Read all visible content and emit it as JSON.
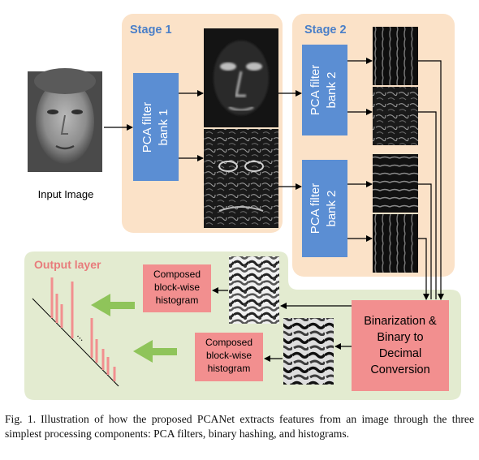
{
  "stage1": {
    "title": "Stage 1"
  },
  "stage2": {
    "title": "Stage 2"
  },
  "input": {
    "label": "Input Image"
  },
  "filter_bank_1": {
    "line1": "PCA filter",
    "line2": "bank 1"
  },
  "filter_bank_2a": {
    "line1": "PCA filter",
    "line2": "bank 2"
  },
  "filter_bank_2b": {
    "line1": "PCA filter",
    "line2": "bank 2"
  },
  "binarization": {
    "line1": "Binarization &",
    "line2": "Binary to",
    "line3": "Decimal",
    "line4": "Conversion"
  },
  "output": {
    "title": "Output layer"
  },
  "histogram_1": {
    "line1": "Composed",
    "line2": "block-wise",
    "line3": "histogram"
  },
  "histogram_2": {
    "line1": "Composed",
    "line2": "block-wise",
    "line3": "histogram"
  },
  "feature_vector": {
    "dots": "..."
  },
  "caption": {
    "label": "Fig. 1.",
    "text": "Illustration of how the proposed PCANet extracts features from an image through the three simplest processing components: PCA filters, binary hashing, and histograms."
  },
  "colors": {
    "stage_bg": "#fbe2c8",
    "output_bg": "#e3ebd0",
    "filter_bank": "#5b8ed3",
    "pink_box": "#f28f8f",
    "stage_title": "#4a7fc8",
    "output_title": "#e87c7c",
    "green_arrow": "#8fc45a"
  }
}
